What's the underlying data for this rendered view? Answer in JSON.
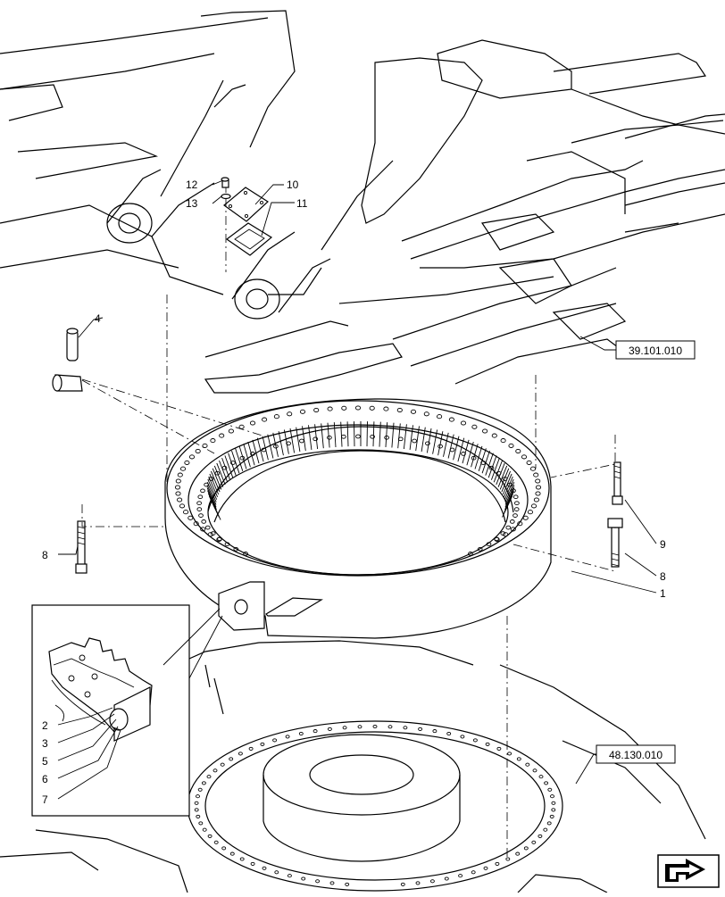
{
  "diagram": {
    "callouts": [
      {
        "id": "c1",
        "text": "1"
      },
      {
        "id": "c2",
        "text": "2"
      },
      {
        "id": "c3",
        "text": "3"
      },
      {
        "id": "c4",
        "text": "4"
      },
      {
        "id": "c5",
        "text": "5"
      },
      {
        "id": "c6",
        "text": "6"
      },
      {
        "id": "c7",
        "text": "7"
      },
      {
        "id": "c8a",
        "text": "8"
      },
      {
        "id": "c8b",
        "text": "8"
      },
      {
        "id": "c9",
        "text": "9"
      },
      {
        "id": "c10",
        "text": "10"
      },
      {
        "id": "c11",
        "text": "11"
      },
      {
        "id": "c12",
        "text": "12"
      },
      {
        "id": "c13",
        "text": "13"
      }
    ],
    "references": [
      {
        "id": "ref-top",
        "text": "39.101.010"
      },
      {
        "id": "ref-bottom",
        "text": "48.130.010"
      }
    ],
    "nav_icon": "next-page-arrow-icon"
  }
}
